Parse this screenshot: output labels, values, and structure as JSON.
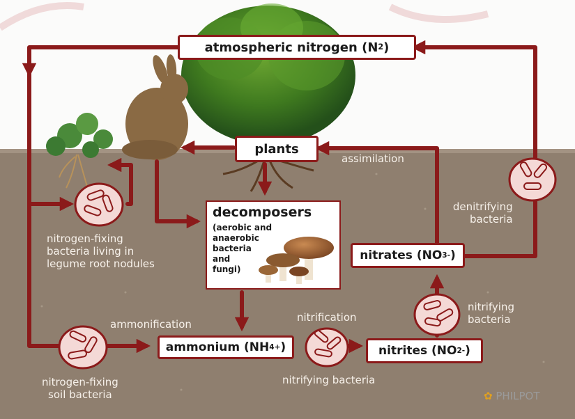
{
  "nodes": {
    "atmospheric": {
      "text": "atmospheric nitrogen (N",
      "sub": "2",
      "close": ")"
    },
    "plants": {
      "text": "plants"
    },
    "decomposers": {
      "title": "decomposers",
      "detail_lines": [
        "(aerobic and",
        "anaerobic",
        "bacteria",
        "and",
        "fungi)"
      ]
    },
    "ammonium": {
      "text": "ammonium (NH",
      "sub": "4",
      "sup": "+",
      "close": ")"
    },
    "nitrites": {
      "text": "nitrites (NO",
      "sub": "2",
      "sup": "-",
      "close": ")"
    },
    "nitrates": {
      "text": "nitrates (NO",
      "sub": "3",
      "sup": "-",
      "close": ")"
    }
  },
  "labels": {
    "assimilation": "assimilation",
    "denitrifying": [
      "denitrifying",
      "bacteria"
    ],
    "legume_bacteria": [
      "nitrogen-fixing",
      "bacteria living in",
      "legume root nodules"
    ],
    "ammonification": "ammonification",
    "nitrification": "nitrification",
    "nitrifying_right": [
      "nitrifying",
      "bacteria"
    ],
    "nitrifying_bottom": "nitrifying bacteria",
    "soil_bacteria": [
      "nitrogen-fixing",
      "soil bacteria"
    ]
  },
  "watermark": "PHILPOT",
  "colors": {
    "arrow": "#8b1a1a",
    "soil": "#8f7f6f",
    "sky": "#fbfbfa",
    "microbe_fill": "#f4d9d6"
  }
}
